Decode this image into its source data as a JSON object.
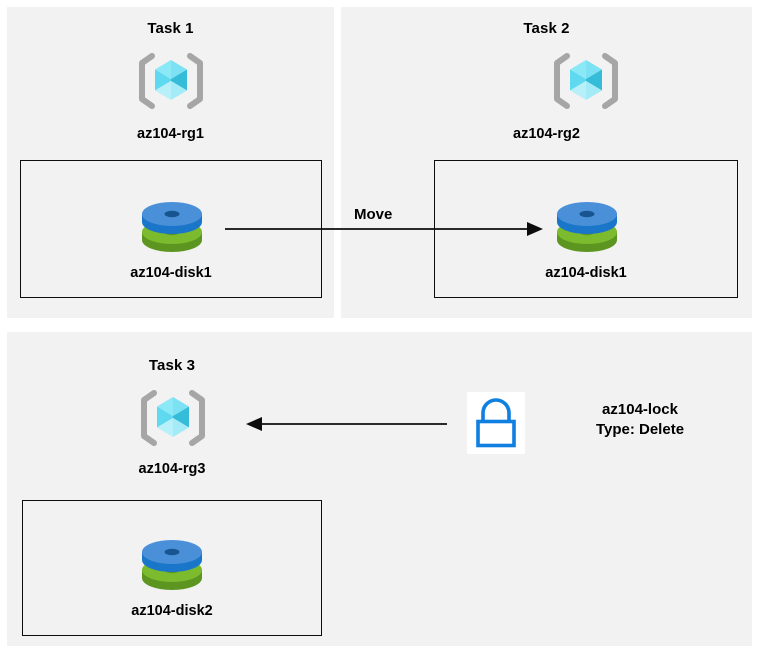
{
  "diagram": {
    "title_hidden": "",
    "background": "#ffffff",
    "panel_fill": "#f2f2f2",
    "box_stroke": "#0d0d0d",
    "arrow_color": "#0d0d0d"
  },
  "panels": [
    {
      "id": "task1",
      "title": "Task 1",
      "resource_group": {
        "icon": "resource-group-icon",
        "label": "az104-rg1"
      },
      "resource": {
        "icon": "managed-disk-icon",
        "label": "az104-disk1"
      }
    },
    {
      "id": "task2",
      "title": "Task 2",
      "resource_group": {
        "icon": "resource-group-icon",
        "label": "az104-rg2"
      },
      "resource": {
        "icon": "managed-disk-icon",
        "label": "az104-disk1"
      }
    },
    {
      "id": "task3",
      "title": "Task 3",
      "resource_group": {
        "icon": "resource-group-icon",
        "label": "az104-rg3"
      },
      "resource": {
        "icon": "managed-disk-icon",
        "label": "az104-disk2"
      }
    }
  ],
  "connectors": [
    {
      "id": "move-arrow",
      "label": "Move",
      "direction": "right",
      "from": "az104-disk1 in az104-rg1",
      "to": "az104-disk1 in az104-rg2"
    },
    {
      "id": "lock-arrow",
      "label": "",
      "direction": "left",
      "from": "az104-lock",
      "to": "az104-rg3"
    }
  ],
  "lock": {
    "icon": "lock-icon",
    "name": "az104-lock",
    "type_line": "Type: Delete"
  },
  "icon_colors": {
    "cube_top_left": "#8ae8f7",
    "cube_top_right": "#6fdcf0",
    "cube_left": "#5ed9ef",
    "cube_right": "#34bcd8",
    "cube_bottom_left": "#b8f0fa",
    "cube_bottom_right": "#9fe9f7",
    "bracket": "#a6a6a6",
    "disk_blue_top": "#4a90d9",
    "disk_blue_side": "#1a76c8",
    "disk_green_top": "#7cbb2e",
    "disk_green_side": "#5c9621",
    "lock_stroke": "#0f7fe0"
  }
}
